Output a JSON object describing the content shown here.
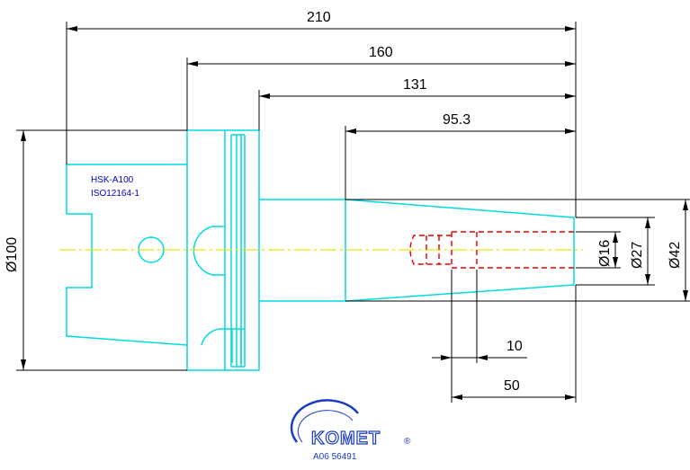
{
  "drawing": {
    "dimensions": {
      "overall_length": "210",
      "length_from_flange": "160",
      "length_from_collar": "131",
      "taper_length": "95.3",
      "bore_depth": "50",
      "thread_length": "10",
      "flange_diameter": "Ø100",
      "bore_diameter": "Ø16",
      "tip_diameter": "Ø27",
      "taper_diameter": "Ø42"
    },
    "labels": {
      "interface": "HSK-A100",
      "standard": "ISO12164-1"
    },
    "logo": {
      "brand": "KOMET",
      "registered_mark": "®",
      "part_number": "A06 56491"
    },
    "colors": {
      "outline": "#00dcdc",
      "dimension": "#000000",
      "centerline": "#e6e600",
      "hidden_bore": "#e60000",
      "label": "#0000cc",
      "logo": "#1a3cc4"
    }
  }
}
